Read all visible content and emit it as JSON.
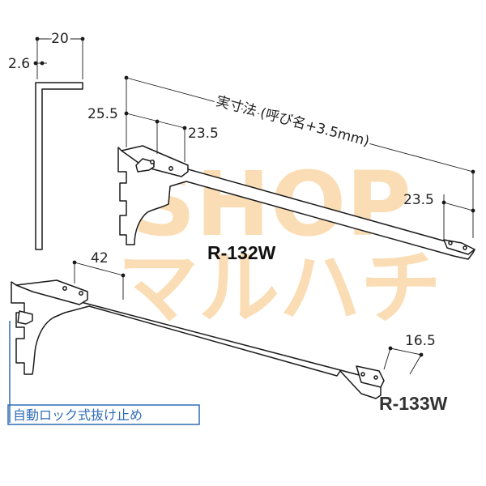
{
  "watermark": {
    "line1": "SHOP",
    "line2": "マルハチ"
  },
  "profile": {
    "width_label": "20",
    "thickness_label": "2.6"
  },
  "r132w": {
    "model": "R-132W",
    "dim_length_label": "実寸法 (呼び名+3.5mm)",
    "dim_top_label": "25.5",
    "dim_slot_label": "23.5",
    "dim_tip_label": "23.5"
  },
  "r133w": {
    "model": "R-133W",
    "dim_top_label": "42",
    "dim_tip_label": "16.5"
  },
  "callout": {
    "text": "自動ロック式抜け止め"
  },
  "colors": {
    "callout": "#2f6db5",
    "watermark": "#f7c27a",
    "line": "#1a1a1a",
    "model_upper": "#111111",
    "model_lower": "#333333"
  }
}
